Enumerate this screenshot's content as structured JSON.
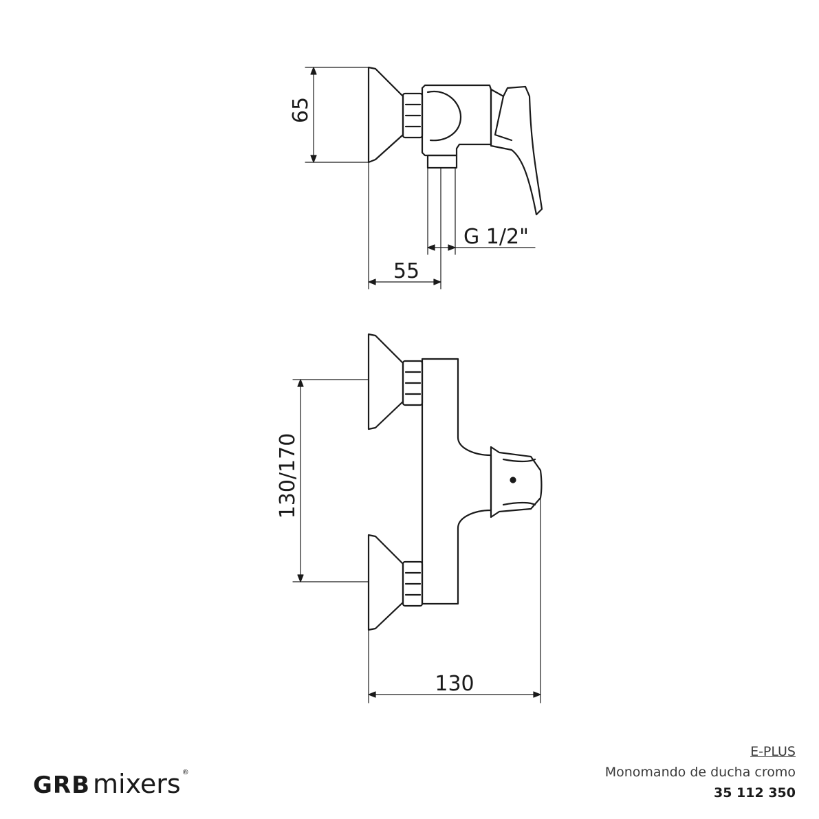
{
  "dimensions": {
    "side_height": "65",
    "side_depth": "55",
    "thread": "G 1/2\"",
    "front_spacing": "130/170",
    "front_width": "130"
  },
  "product": {
    "series": "E-PLUS",
    "description": "Monomando de ducha cromo",
    "code": "35 112 350"
  },
  "brand": {
    "bold": "GRB",
    "light": "mixers",
    "mark": "®"
  }
}
